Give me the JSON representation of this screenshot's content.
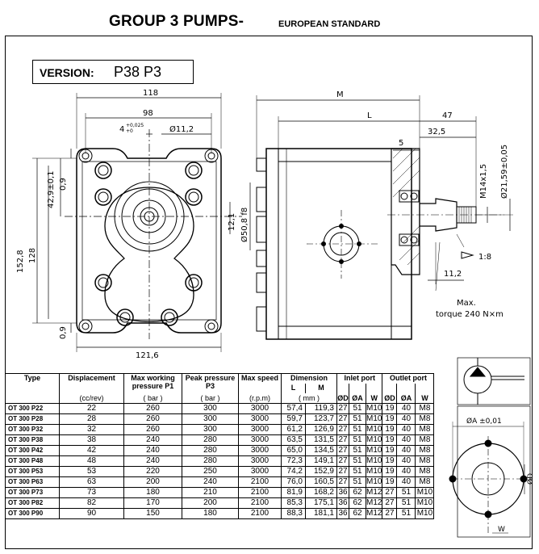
{
  "header": {
    "title": "GROUP 3 PUMPS-",
    "subtitle": "EUROPEAN STANDARD"
  },
  "version": {
    "label": "VERSION:",
    "value": "P38 P3"
  },
  "front_view": {
    "dim_width_outer": "118",
    "dim_width_inner": "98",
    "dim_key": "4",
    "dim_key_tol_upper": "+0,025",
    "dim_key_tol_lower": "+0",
    "dim_hole": "Ø11,2",
    "dim_vert_offset": "42,9±0,1",
    "dim_small_top": "0,9",
    "dim_height_outer": "152,8",
    "dim_height_inner": "128",
    "dim_small_bottom": "0,9",
    "dim_bottom_width": "121,6",
    "dim_pilot": "Ø50,8 f8",
    "dim_shaft_key": "12,1"
  },
  "side_view": {
    "dim_M": "M",
    "dim_L": "L",
    "dim_47": "47",
    "dim_325": "32,5",
    "dim_5": "5",
    "dim_thread": "M14x1,5",
    "dim_shaft": "Ø21,59±0,05",
    "dim_taper": "1:8",
    "dim_112": "11,2",
    "torque_line1": "Max.",
    "torque_line2": "torque 240 N×m"
  },
  "port_detail": {
    "dim_a": "ØA ±0,01",
    "dim_d": "ØD",
    "dim_w": "W"
  },
  "table": {
    "headers": {
      "type": "Type",
      "displacement": "Displacement",
      "max_pressure": "Max working pressure P1",
      "peak_pressure": "Peak pressure P3",
      "max_speed": "Max speed",
      "dimension": "Dimension",
      "dim_L": "L",
      "dim_M": "M",
      "inlet": "Inlet port",
      "outlet": "Outlet port",
      "od": "ØD",
      "oa": "ØA",
      "w": "W"
    },
    "units": {
      "displacement": "(cc/rev)",
      "pressure_p1": "( bar )",
      "pressure_p3": "( bar )",
      "speed": "(r.p.m)",
      "dimension": "( mm )"
    },
    "rows": [
      {
        "type": "OT 300 P22",
        "disp": "22",
        "p1": "260",
        "p3": "300",
        "speed": "3000",
        "L": "57,4",
        "M": "119,3",
        "in_d": "27",
        "in_a": "51",
        "in_w": "M10",
        "out_d": "19",
        "out_a": "40",
        "out_w": "M8"
      },
      {
        "type": "OT 300 P28",
        "disp": "28",
        "p1": "260",
        "p3": "300",
        "speed": "3000",
        "L": "59,7",
        "M": "123,7",
        "in_d": "27",
        "in_a": "51",
        "in_w": "M10",
        "out_d": "19",
        "out_a": "40",
        "out_w": "M8"
      },
      {
        "type": "OT 300 P32",
        "disp": "32",
        "p1": "260",
        "p3": "300",
        "speed": "3000",
        "L": "61,2",
        "M": "126,9",
        "in_d": "27",
        "in_a": "51",
        "in_w": "M10",
        "out_d": "19",
        "out_a": "40",
        "out_w": "M8"
      },
      {
        "type": "OT 300 P38",
        "disp": "38",
        "p1": "240",
        "p3": "280",
        "speed": "3000",
        "L": "63,5",
        "M": "131,5",
        "in_d": "27",
        "in_a": "51",
        "in_w": "M10",
        "out_d": "19",
        "out_a": "40",
        "out_w": "M8"
      },
      {
        "type": "OT 300 P42",
        "disp": "42",
        "p1": "240",
        "p3": "280",
        "speed": "3000",
        "L": "65,0",
        "M": "134,5",
        "in_d": "27",
        "in_a": "51",
        "in_w": "M10",
        "out_d": "19",
        "out_a": "40",
        "out_w": "M8"
      },
      {
        "type": "OT 300 P48",
        "disp": "48",
        "p1": "240",
        "p3": "280",
        "speed": "3000",
        "L": "72,3",
        "M": "149,1",
        "in_d": "27",
        "in_a": "51",
        "in_w": "M10",
        "out_d": "19",
        "out_a": "40",
        "out_w": "M8"
      },
      {
        "type": "OT 300 P53",
        "disp": "53",
        "p1": "220",
        "p3": "250",
        "speed": "3000",
        "L": "74,2",
        "M": "152,9",
        "in_d": "27",
        "in_a": "51",
        "in_w": "M10",
        "out_d": "19",
        "out_a": "40",
        "out_w": "M8"
      },
      {
        "type": "OT 300 P63",
        "disp": "63",
        "p1": "200",
        "p3": "240",
        "speed": "2100",
        "L": "76,0",
        "M": "160,5",
        "in_d": "27",
        "in_a": "51",
        "in_w": "M10",
        "out_d": "19",
        "out_a": "40",
        "out_w": "M8"
      },
      {
        "type": "OT 300 P73",
        "disp": "73",
        "p1": "180",
        "p3": "210",
        "speed": "2100",
        "L": "81,9",
        "M": "168,2",
        "in_d": "36",
        "in_a": "62",
        "in_w": "M12",
        "out_d": "27",
        "out_a": "51",
        "out_w": "M10"
      },
      {
        "type": "OT 300 P82",
        "disp": "82",
        "p1": "170",
        "p3": "200",
        "speed": "2100",
        "L": "85,3",
        "M": "175,1",
        "in_d": "36",
        "in_a": "62",
        "in_w": "M12",
        "out_d": "27",
        "out_a": "51",
        "out_w": "M10"
      },
      {
        "type": "OT 300 P90",
        "disp": "90",
        "p1": "150",
        "p3": "180",
        "speed": "2100",
        "L": "88,3",
        "M": "181,1",
        "in_d": "36",
        "in_a": "62",
        "in_w": "M12",
        "out_d": "27",
        "out_a": "51",
        "out_w": "M10"
      }
    ]
  }
}
